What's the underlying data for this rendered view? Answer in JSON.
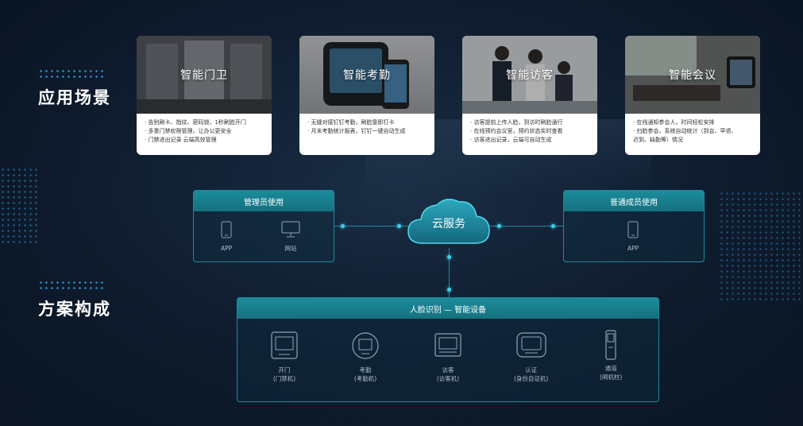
{
  "sections": {
    "scenarios": "应用场景",
    "composition": "方案构成"
  },
  "cards": [
    {
      "title": "智能门卫",
      "lines": [
        "· 告别刷卡、指纹、密码锁，1秒刷脸开门",
        "· 多重门禁权限管理，让办公更安全",
        "· 门禁进出记录 云端高效管理"
      ]
    },
    {
      "title": "智能考勤",
      "lines": [
        "· 无缝对接钉钉考勤，刷脸靠即打卡",
        "· 月末考勤统计报表，钉钉一键自动生成"
      ]
    },
    {
      "title": "智能访客",
      "lines": [
        "· 访客提前上传人脸，到访时刷脸通行",
        "· 在线预约会议室，预约状态实时查看",
        "· 访客进出记录，云端可自动生成"
      ]
    },
    {
      "title": "智能会议",
      "lines": [
        "· 在线通知参会人，时间轻松安排",
        "· 扫脸参会，系统自动统计（到会、早退、",
        "  迟到、缺勤等）情况"
      ]
    }
  ],
  "admin": {
    "title": "管理员使用",
    "devices": [
      "APP",
      "网站"
    ]
  },
  "member": {
    "title": "普通成员使用",
    "devices": [
      "APP"
    ]
  },
  "cloud": {
    "label": "云服务"
  },
  "face": {
    "title": "人脸识别 — 智能设备",
    "devices": [
      {
        "name": "开门",
        "sub": "(门禁机)"
      },
      {
        "name": "考勤",
        "sub": "(考勤机)"
      },
      {
        "name": "访客",
        "sub": "(访客机)"
      },
      {
        "name": "认证",
        "sub": "(身份自证机)"
      },
      {
        "name": "通道",
        "sub": "(闸机柱)"
      }
    ]
  },
  "colors": {
    "accent": "#1d8aa1",
    "panel_head": "#15707e",
    "dots": "#2b9fd8",
    "node": "#3fd0e8"
  }
}
